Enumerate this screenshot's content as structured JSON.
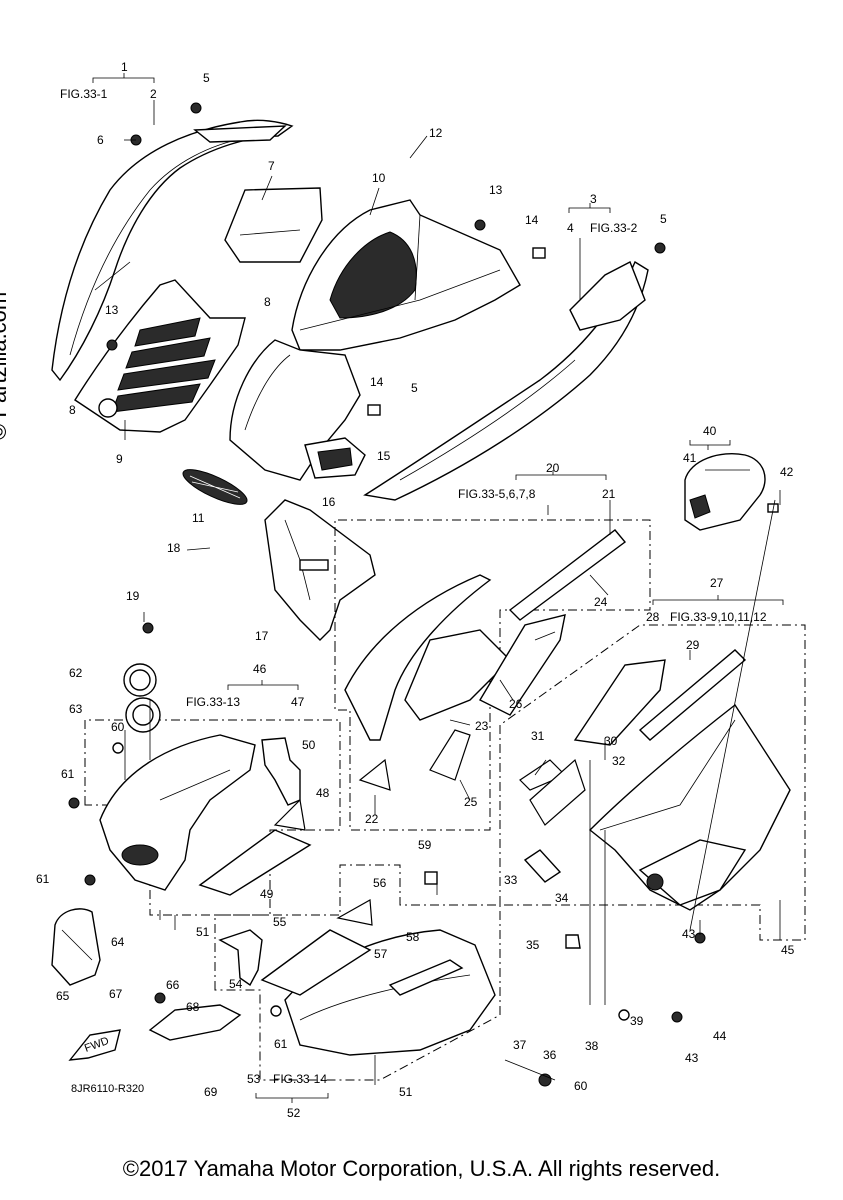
{
  "watermark": "© Partzilla.com",
  "copyright": "©2017 Yamaha Motor Corporation, U.S.A. All rights reserved.",
  "drawing_code": "8JR6110-R320",
  "fwd_label": "FWD",
  "callouts": {
    "c1": "1",
    "c2": "2",
    "c3": "3",
    "c4": "4",
    "c5a": "5",
    "c5b": "5",
    "c5c": "5",
    "c6": "6",
    "c7": "7",
    "c8a": "8",
    "c8b": "8",
    "c9": "9",
    "c10": "10",
    "c11": "11",
    "c12": "12",
    "c13a": "13",
    "c13b": "13",
    "c14a": "14",
    "c14b": "14",
    "c15": "15",
    "c16": "16",
    "c17": "17",
    "c18": "18",
    "c19": "19",
    "c20": "20",
    "c21": "21",
    "c22": "22",
    "c23": "23",
    "c24": "24",
    "c25": "25",
    "c26": "26",
    "c27": "27",
    "c28": "28",
    "c29": "29",
    "c30": "30",
    "c31": "31",
    "c32": "32",
    "c33": "33",
    "c34": "34",
    "c35": "35",
    "c36": "36",
    "c37": "37",
    "c38": "38",
    "c39": "39",
    "c40": "40",
    "c41": "41",
    "c42": "42",
    "c43a": "43",
    "c43b": "43",
    "c44": "44",
    "c45": "45",
    "c46": "46",
    "c47": "47",
    "c48": "48",
    "c49": "49",
    "c50": "50",
    "c51a": "51",
    "c51b": "51",
    "c52": "52",
    "c53": "53",
    "c54": "54",
    "c55": "55",
    "c56": "56",
    "c57": "57",
    "c58": "58",
    "c59": "59",
    "c60a": "60",
    "c60b": "60",
    "c61a": "61",
    "c61b": "61",
    "c61c": "61",
    "c62": "62",
    "c63": "63",
    "c64": "64",
    "c65": "65",
    "c66": "66",
    "c67": "67",
    "c68": "68",
    "c69": "69"
  },
  "fig_refs": {
    "f1": "FIG.33-1",
    "f3": "FIG.33-2",
    "f20": "FIG.33-5,6,7,8",
    "f27": "FIG.33-9,10,11,12",
    "f46": "FIG.33-13",
    "f52": "FIG.33-14"
  }
}
